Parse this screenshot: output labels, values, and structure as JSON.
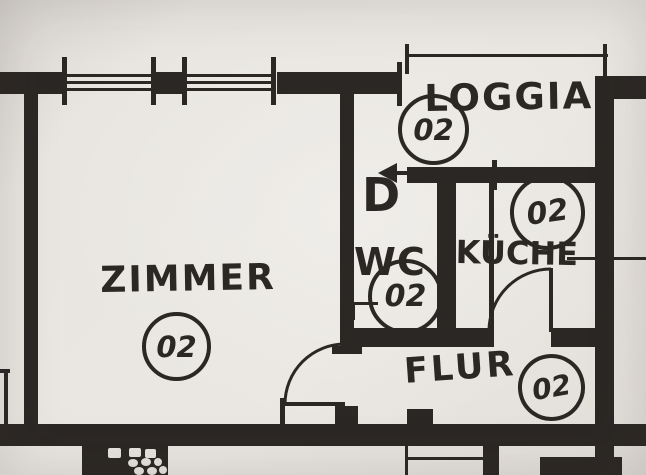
{
  "document": {
    "type": "floor-plan-drawing",
    "language": "de"
  },
  "colors": {
    "paper": "#e8e5e0",
    "ink": "#2b2724"
  },
  "rooms": [
    {
      "name": "zimmer",
      "label": "ZIMMER",
      "unit_number": "02"
    },
    {
      "name": "loggia",
      "label": "LOGGIA",
      "unit_number": "02"
    },
    {
      "name": "dusche-wc",
      "prefix_label": "D",
      "label": "WC",
      "unit_number": "02"
    },
    {
      "name": "kueche",
      "label": "KÜCHE",
      "unit_number": "02"
    },
    {
      "name": "flur",
      "label": "FLUR",
      "unit_number": "02"
    }
  ]
}
